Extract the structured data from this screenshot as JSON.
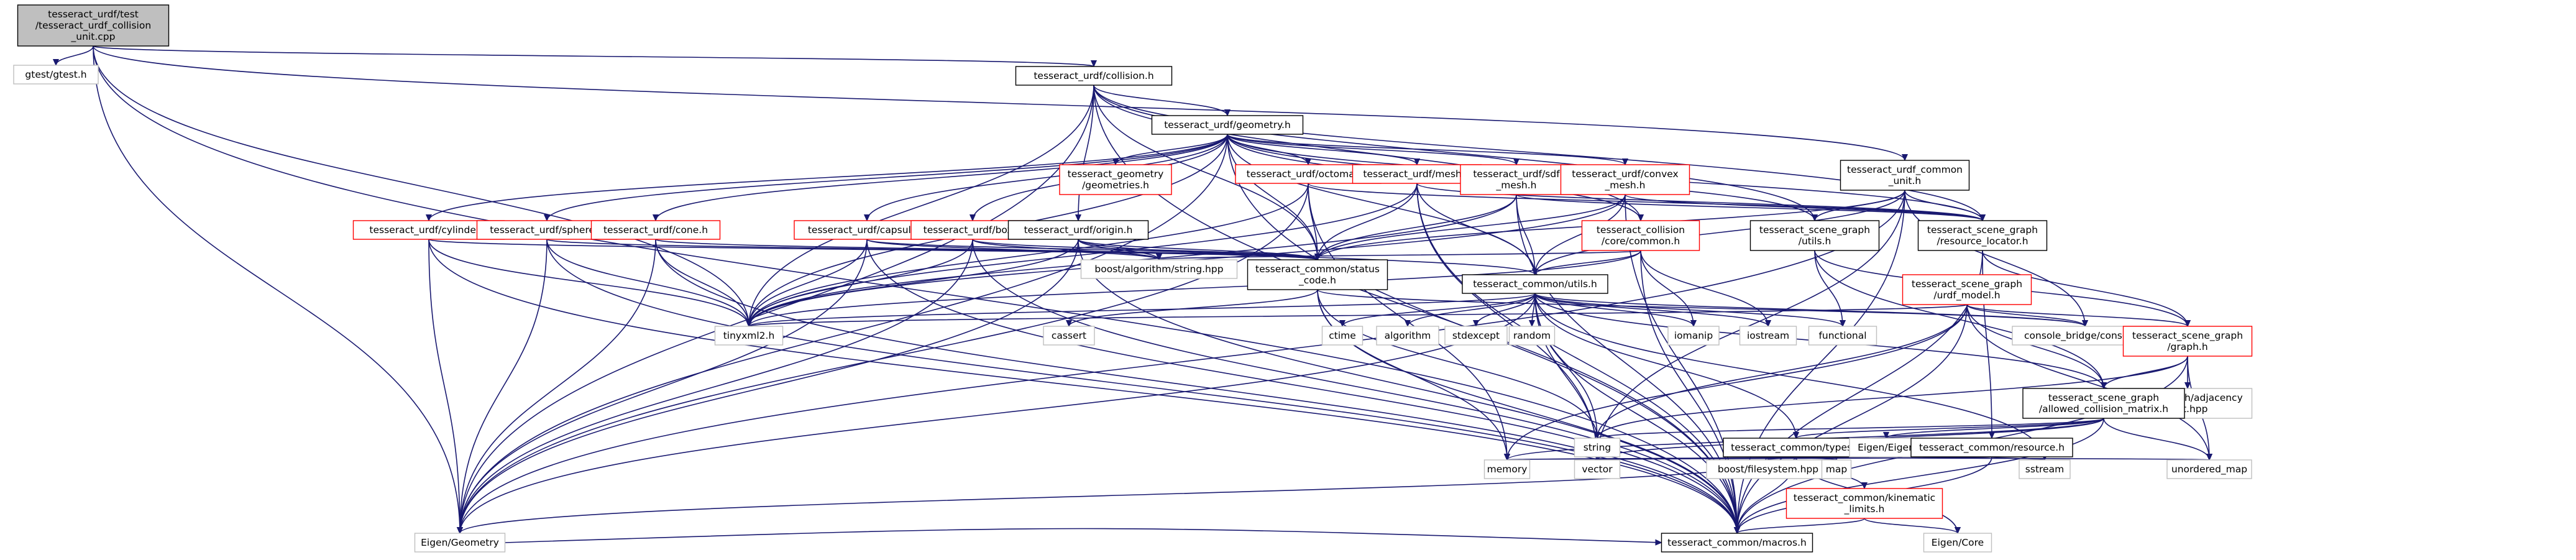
{
  "nodes": [
    {
      "id": "root",
      "lines": [
        "tesseract_urdf/test",
        "/tesseract_urdf_collision",
        "_unit.cpp"
      ],
      "style": "root"
    },
    {
      "id": "gtest",
      "lines": [
        "gtest/gtest.h"
      ],
      "style": "gray"
    },
    {
      "id": "collision",
      "lines": [
        "tesseract_urdf/collision.h"
      ],
      "style": "black"
    },
    {
      "id": "geometry",
      "lines": [
        "tesseract_urdf/geometry.h"
      ],
      "style": "black"
    },
    {
      "id": "urdf_common_unit",
      "lines": [
        "tesseract_urdf_common",
        "_unit.h"
      ],
      "style": "black"
    },
    {
      "id": "sg_geometries",
      "lines": [
        "tesseract_geometry",
        "/geometries.h"
      ],
      "style": "red"
    },
    {
      "id": "octomap",
      "lines": [
        "tesseract_urdf/octomap.h"
      ],
      "style": "red"
    },
    {
      "id": "mesh",
      "lines": [
        "tesseract_urdf/mesh.h"
      ],
      "style": "red"
    },
    {
      "id": "sdf_mesh",
      "lines": [
        "tesseract_urdf/sdf",
        "_mesh.h"
      ],
      "style": "red"
    },
    {
      "id": "convex_mesh",
      "lines": [
        "tesseract_urdf/convex",
        "_mesh.h"
      ],
      "style": "red"
    },
    {
      "id": "cylinder",
      "lines": [
        "tesseract_urdf/cylinder.h"
      ],
      "style": "red"
    },
    {
      "id": "sphere",
      "lines": [
        "tesseract_urdf/sphere.h"
      ],
      "style": "red"
    },
    {
      "id": "cone",
      "lines": [
        "tesseract_urdf/cone.h"
      ],
      "style": "red"
    },
    {
      "id": "capsule",
      "lines": [
        "tesseract_urdf/capsule.h"
      ],
      "style": "red"
    },
    {
      "id": "box",
      "lines": [
        "tesseract_urdf/box.h"
      ],
      "style": "red"
    },
    {
      "id": "origin",
      "lines": [
        "tesseract_urdf/origin.h"
      ],
      "style": "black"
    },
    {
      "id": "collision_common",
      "lines": [
        "tesseract_collision",
        "/core/common.h"
      ],
      "style": "red"
    },
    {
      "id": "sg_utils",
      "lines": [
        "tesseract_scene_graph",
        "/utils.h"
      ],
      "style": "black"
    },
    {
      "id": "sg_resource_locator",
      "lines": [
        "tesseract_scene_graph",
        "/resource_locator.h"
      ],
      "style": "black"
    },
    {
      "id": "boost_algorithm",
      "lines": [
        "boost/algorithm/string.hpp"
      ],
      "style": "gray"
    },
    {
      "id": "status_code",
      "lines": [
        "tesseract_common/status",
        "_code.h"
      ],
      "style": "black"
    },
    {
      "id": "common_utils",
      "lines": [
        "tesseract_common/utils.h"
      ],
      "style": "black"
    },
    {
      "id": "urdf_model",
      "lines": [
        "tesseract_scene_graph",
        "/urdf_model.h"
      ],
      "style": "red"
    },
    {
      "id": "tinyxml2",
      "lines": [
        "tinyxml2.h"
      ],
      "style": "gray"
    },
    {
      "id": "cassert",
      "lines": [
        "cassert"
      ],
      "style": "gray"
    },
    {
      "id": "ctime",
      "lines": [
        "ctime"
      ],
      "style": "gray"
    },
    {
      "id": "algorithm",
      "lines": [
        "algorithm"
      ],
      "style": "gray"
    },
    {
      "id": "stdexcept",
      "lines": [
        "stdexcept"
      ],
      "style": "gray"
    },
    {
      "id": "random",
      "lines": [
        "random"
      ],
      "style": "gray"
    },
    {
      "id": "iomanip",
      "lines": [
        "iomanip"
      ],
      "style": "gray"
    },
    {
      "id": "iostream",
      "lines": [
        "iostream"
      ],
      "style": "gray"
    },
    {
      "id": "functional",
      "lines": [
        "functional"
      ],
      "style": "gray"
    },
    {
      "id": "console_bridge",
      "lines": [
        "console_bridge/console.h"
      ],
      "style": "gray"
    },
    {
      "id": "sg_graph",
      "lines": [
        "tesseract_scene_graph",
        "/graph.h"
      ],
      "style": "red"
    },
    {
      "id": "boost_adjacency",
      "lines": [
        "boost/graph/adjacency",
        "_list.hpp"
      ],
      "style": "gray"
    },
    {
      "id": "allowed_collision",
      "lines": [
        "tesseract_scene_graph",
        "/allowed_collision_matrix.h"
      ],
      "style": "black"
    },
    {
      "id": "string",
      "lines": [
        "string"
      ],
      "style": "gray"
    },
    {
      "id": "common_types",
      "lines": [
        "tesseract_common/types.h"
      ],
      "style": "black"
    },
    {
      "id": "eigen_eigen",
      "lines": [
        "Eigen/Eigen"
      ],
      "style": "gray"
    },
    {
      "id": "common_resource",
      "lines": [
        "tesseract_common/resource.h"
      ],
      "style": "black"
    },
    {
      "id": "memory",
      "lines": [
        "memory"
      ],
      "style": "gray"
    },
    {
      "id": "vector",
      "lines": [
        "vector"
      ],
      "style": "gray"
    },
    {
      "id": "boost_filesystem",
      "lines": [
        "boost/filesystem.hpp"
      ],
      "style": "gray"
    },
    {
      "id": "map",
      "lines": [
        "map"
      ],
      "style": "gray"
    },
    {
      "id": "sstream",
      "lines": [
        "sstream"
      ],
      "style": "gray"
    },
    {
      "id": "unordered_map",
      "lines": [
        "unordered_map"
      ],
      "style": "gray"
    },
    {
      "id": "kinematic_limits",
      "lines": [
        "tesseract_common/kinematic",
        "_limits.h"
      ],
      "style": "red"
    },
    {
      "id": "eigen_geometry",
      "lines": [
        "Eigen/Geometry"
      ],
      "style": "gray"
    },
    {
      "id": "macros",
      "lines": [
        "tesseract_common/macros.h"
      ],
      "style": "black"
    },
    {
      "id": "eigen_core",
      "lines": [
        "Eigen/Core"
      ],
      "style": "gray"
    }
  ],
  "edges": [
    [
      "root",
      "gtest"
    ],
    [
      "root",
      "collision"
    ],
    [
      "root",
      "urdf_common_unit"
    ],
    [
      "root",
      "eigen_geometry"
    ],
    [
      "root",
      "macros"
    ],
    [
      "root",
      "tinyxml2"
    ],
    [
      "collision",
      "geometry"
    ],
    [
      "collision",
      "origin"
    ],
    [
      "collision",
      "status_code"
    ],
    [
      "collision",
      "tinyxml2"
    ],
    [
      "collision",
      "eigen_geometry"
    ],
    [
      "collision",
      "macros"
    ],
    [
      "collision",
      "sg_utils"
    ],
    [
      "collision",
      "sg_resource_locator"
    ],
    [
      "collision",
      "collision_common"
    ],
    [
      "geometry",
      "sg_geometries"
    ],
    [
      "geometry",
      "octomap"
    ],
    [
      "geometry",
      "mesh"
    ],
    [
      "geometry",
      "sdf_mesh"
    ],
    [
      "geometry",
      "convex_mesh"
    ],
    [
      "geometry",
      "cylinder"
    ],
    [
      "geometry",
      "sphere"
    ],
    [
      "geometry",
      "cone"
    ],
    [
      "geometry",
      "capsule"
    ],
    [
      "geometry",
      "box"
    ],
    [
      "geometry",
      "status_code"
    ],
    [
      "geometry",
      "tinyxml2"
    ],
    [
      "geometry",
      "eigen_geometry"
    ],
    [
      "geometry",
      "macros"
    ],
    [
      "geometry",
      "sg_utils"
    ],
    [
      "geometry",
      "sg_resource_locator"
    ],
    [
      "geometry",
      "common_utils"
    ],
    [
      "geometry",
      "collision_common"
    ],
    [
      "urdf_common_unit",
      "sg_utils"
    ],
    [
      "urdf_common_unit",
      "sg_resource_locator"
    ],
    [
      "urdf_common_unit",
      "common_utils"
    ],
    [
      "urdf_common_unit",
      "status_code"
    ],
    [
      "urdf_common_unit",
      "macros"
    ],
    [
      "urdf_common_unit",
      "vector"
    ],
    [
      "urdf_common_unit",
      "console_bridge"
    ],
    [
      "urdf_common_unit",
      "eigen_geometry"
    ],
    [
      "octomap",
      "status_code"
    ],
    [
      "octomap",
      "tinyxml2"
    ],
    [
      "octomap",
      "memory"
    ],
    [
      "octomap",
      "sg_resource_locator"
    ],
    [
      "octomap",
      "eigen_geometry"
    ],
    [
      "mesh",
      "status_code"
    ],
    [
      "mesh",
      "tinyxml2"
    ],
    [
      "mesh",
      "sg_resource_locator"
    ],
    [
      "mesh",
      "common_utils"
    ],
    [
      "mesh",
      "macros"
    ],
    [
      "mesh",
      "vector"
    ],
    [
      "sdf_mesh",
      "status_code"
    ],
    [
      "sdf_mesh",
      "tinyxml2"
    ],
    [
      "sdf_mesh",
      "sg_resource_locator"
    ],
    [
      "sdf_mesh",
      "common_utils"
    ],
    [
      "sdf_mesh",
      "macros"
    ],
    [
      "convex_mesh",
      "status_code"
    ],
    [
      "convex_mesh",
      "tinyxml2"
    ],
    [
      "convex_mesh",
      "sg_resource_locator"
    ],
    [
      "convex_mesh",
      "common_utils"
    ],
    [
      "convex_mesh",
      "macros"
    ],
    [
      "cylinder",
      "status_code"
    ],
    [
      "cylinder",
      "tinyxml2"
    ],
    [
      "cylinder",
      "eigen_geometry"
    ],
    [
      "cylinder",
      "macros"
    ],
    [
      "sphere",
      "status_code"
    ],
    [
      "sphere",
      "tinyxml2"
    ],
    [
      "sphere",
      "eigen_geometry"
    ],
    [
      "sphere",
      "macros"
    ],
    [
      "cone",
      "status_code"
    ],
    [
      "cone",
      "tinyxml2"
    ],
    [
      "cone",
      "eigen_geometry"
    ],
    [
      "cone",
      "macros"
    ],
    [
      "capsule",
      "status_code"
    ],
    [
      "capsule",
      "tinyxml2"
    ],
    [
      "capsule",
      "eigen_geometry"
    ],
    [
      "capsule",
      "macros"
    ],
    [
      "capsule",
      "boost_algorithm"
    ],
    [
      "box",
      "status_code"
    ],
    [
      "box",
      "tinyxml2"
    ],
    [
      "box",
      "eigen_geometry"
    ],
    [
      "box",
      "macros"
    ],
    [
      "box",
      "boost_algorithm"
    ],
    [
      "origin",
      "status_code"
    ],
    [
      "origin",
      "tinyxml2"
    ],
    [
      "origin",
      "eigen_geometry"
    ],
    [
      "origin",
      "macros"
    ],
    [
      "origin",
      "boost_algorithm"
    ],
    [
      "origin",
      "common_utils"
    ],
    [
      "collision_common",
      "common_utils"
    ],
    [
      "collision_common",
      "iomanip"
    ],
    [
      "collision_common",
      "iostream"
    ],
    [
      "collision_common",
      "boost_algorithm"
    ],
    [
      "collision_common",
      "macros"
    ],
    [
      "collision_common",
      "tinyxml2"
    ],
    [
      "sg_utils",
      "sg_graph"
    ],
    [
      "sg_utils",
      "functional"
    ],
    [
      "sg_utils",
      "allowed_collision"
    ],
    [
      "sg_resource_locator",
      "common_resource"
    ],
    [
      "sg_resource_locator",
      "sg_graph"
    ],
    [
      "sg_resource_locator",
      "macros"
    ],
    [
      "status_code",
      "memory"
    ],
    [
      "status_code",
      "string"
    ],
    [
      "status_code",
      "macros"
    ],
    [
      "status_code",
      "cassert"
    ],
    [
      "status_code",
      "console_bridge"
    ],
    [
      "common_utils",
      "tinyxml2"
    ],
    [
      "common_utils",
      "ctime"
    ],
    [
      "common_utils",
      "algorithm"
    ],
    [
      "common_utils",
      "stdexcept"
    ],
    [
      "common_utils",
      "random"
    ],
    [
      "common_utils",
      "iomanip"
    ],
    [
      "common_utils",
      "iostream"
    ],
    [
      "common_utils",
      "functional"
    ],
    [
      "common_utils",
      "string"
    ],
    [
      "common_utils",
      "vector"
    ],
    [
      "common_utils",
      "common_types"
    ],
    [
      "common_utils",
      "macros"
    ],
    [
      "common_utils",
      "console_bridge"
    ],
    [
      "common_utils",
      "eigen_geometry"
    ],
    [
      "common_utils",
      "sstream"
    ],
    [
      "common_utils",
      "allowed_collision"
    ],
    [
      "urdf_model",
      "sg_graph"
    ],
    [
      "urdf_model",
      "console_bridge"
    ],
    [
      "urdf_model",
      "allowed_collision"
    ],
    [
      "urdf_model",
      "memory"
    ],
    [
      "urdf_model",
      "string"
    ],
    [
      "urdf_model",
      "macros"
    ],
    [
      "urdf_model",
      "unordered_map"
    ],
    [
      "urdf_model",
      "tinyxml2"
    ],
    [
      "sg_graph",
      "boost_adjacency"
    ],
    [
      "sg_graph",
      "allowed_collision"
    ],
    [
      "sg_graph",
      "unordered_map"
    ],
    [
      "sg_graph",
      "macros"
    ],
    [
      "sg_graph",
      "string"
    ],
    [
      "allowed_collision",
      "eigen_eigen"
    ],
    [
      "allowed_collision",
      "memory"
    ],
    [
      "allowed_collision",
      "vector"
    ],
    [
      "allowed_collision",
      "string"
    ],
    [
      "allowed_collision",
      "unordered_map"
    ],
    [
      "allowed_collision",
      "macros"
    ],
    [
      "allowed_collision",
      "common_types"
    ],
    [
      "common_types",
      "memory"
    ],
    [
      "common_types",
      "vector"
    ],
    [
      "common_types",
      "boost_filesystem"
    ],
    [
      "common_types",
      "map"
    ],
    [
      "common_types",
      "unordered_map"
    ],
    [
      "common_types",
      "kinematic_limits"
    ],
    [
      "common_types",
      "macros"
    ],
    [
      "common_types",
      "eigen_geometry"
    ],
    [
      "common_types",
      "eigen_core"
    ],
    [
      "common_resource",
      "memory"
    ],
    [
      "common_resource",
      "vector"
    ],
    [
      "common_resource",
      "sstream"
    ],
    [
      "common_resource",
      "macros"
    ],
    [
      "kinematic_limits",
      "eigen_core"
    ],
    [
      "kinematic_limits",
      "macros"
    ],
    [
      "eigen_geometry",
      "macros"
    ]
  ]
}
